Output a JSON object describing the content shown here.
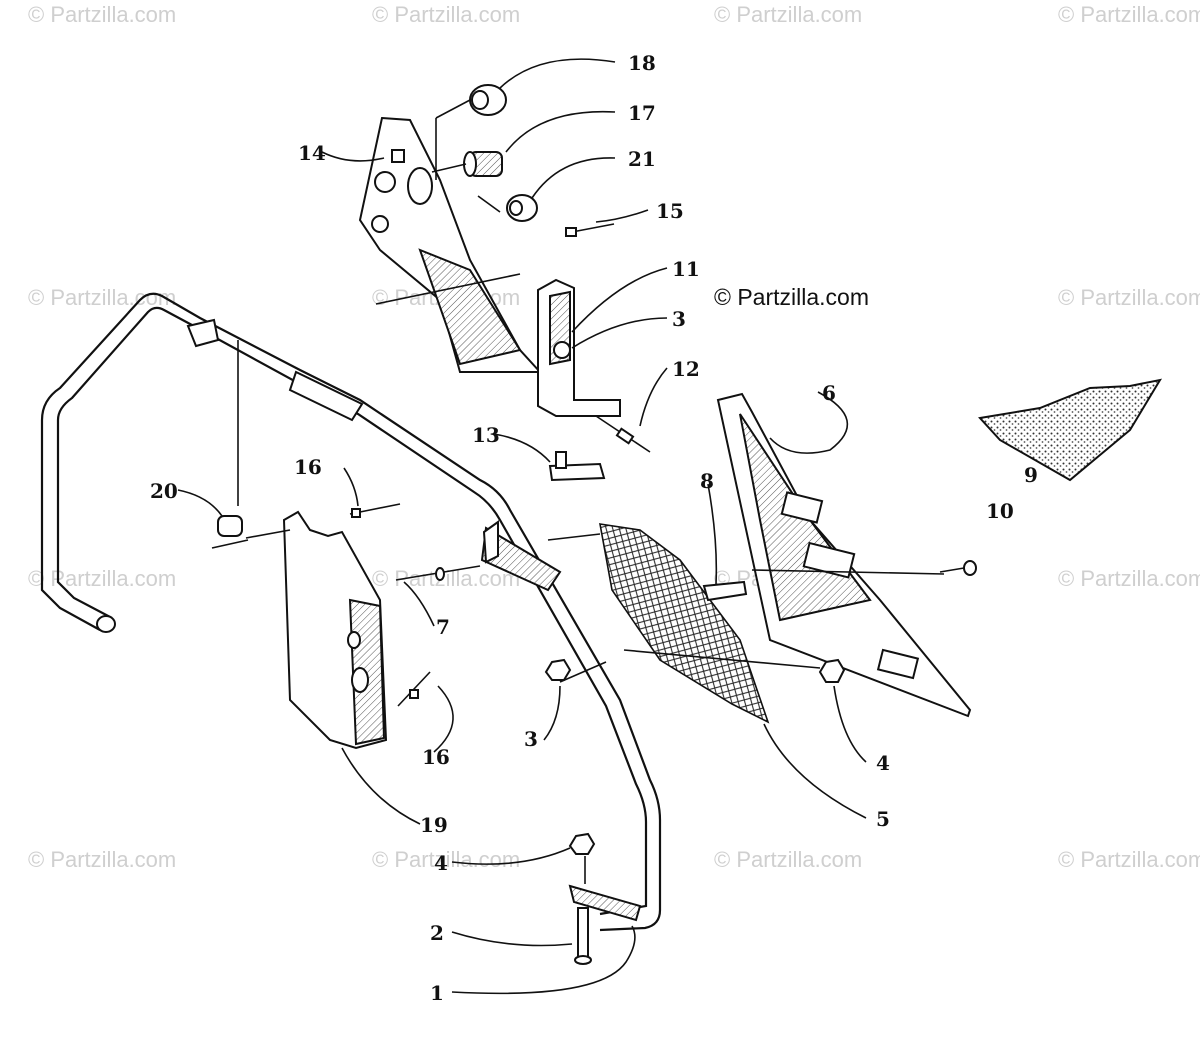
{
  "watermarks": {
    "text": "© Partzilla.com",
    "main_text": "© Partzilla.com"
  },
  "callouts": [
    {
      "id": "c18",
      "text": "18"
    },
    {
      "id": "c17",
      "text": "17"
    },
    {
      "id": "c21",
      "text": "21"
    },
    {
      "id": "c14",
      "text": "14"
    },
    {
      "id": "c15",
      "text": "15"
    },
    {
      "id": "c11",
      "text": "11"
    },
    {
      "id": "c3a",
      "text": "3"
    },
    {
      "id": "c12",
      "text": "12"
    },
    {
      "id": "c6",
      "text": "6"
    },
    {
      "id": "c9",
      "text": "9"
    },
    {
      "id": "c13",
      "text": "13"
    },
    {
      "id": "c8",
      "text": "8"
    },
    {
      "id": "c10",
      "text": "10"
    },
    {
      "id": "c16a",
      "text": "16"
    },
    {
      "id": "c20",
      "text": "20"
    },
    {
      "id": "c7",
      "text": "7"
    },
    {
      "id": "c3b",
      "text": "3"
    },
    {
      "id": "c4a",
      "text": "4"
    },
    {
      "id": "c5",
      "text": "5"
    },
    {
      "id": "c16b",
      "text": "16"
    },
    {
      "id": "c19",
      "text": "19"
    },
    {
      "id": "c4b",
      "text": "4"
    },
    {
      "id": "c2",
      "text": "2"
    },
    {
      "id": "c1",
      "text": "1"
    }
  ]
}
